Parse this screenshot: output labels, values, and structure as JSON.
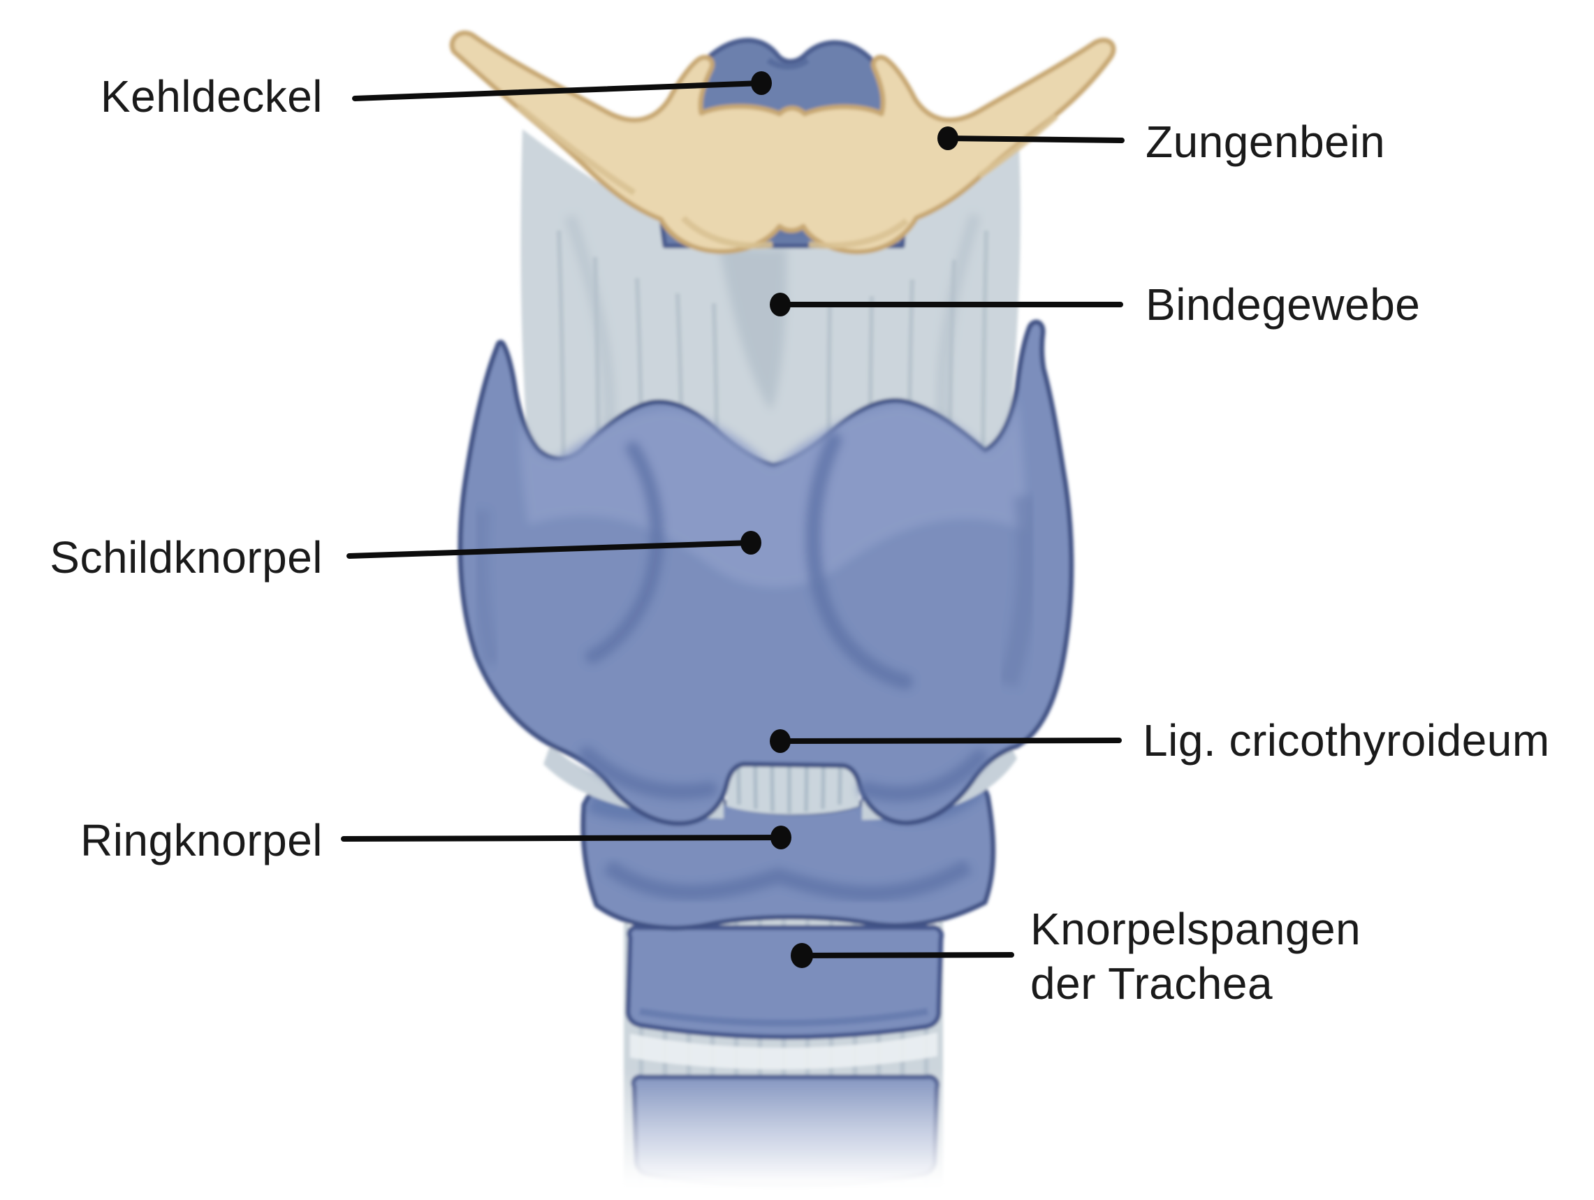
{
  "diagram": {
    "kind": "labeled-anatomy-illustration",
    "language": "de",
    "structures": [
      "epiglottis",
      "hyoid-bone",
      "thyrohyoid-membrane-connective-tissue",
      "thyroid-cartilage",
      "cricothyroid-ligament",
      "cricoid-cartilage",
      "tracheal-cartilage-rings"
    ]
  },
  "labels": {
    "kehldeckel": {
      "text": "Kehldeckel",
      "side": "left"
    },
    "zungenbein": {
      "text": "Zungenbein",
      "side": "right"
    },
    "bindegewebe": {
      "text": "Bindegewebe",
      "side": "right"
    },
    "schildknorpel": {
      "text": "Schildknorpel",
      "side": "left"
    },
    "lig_cricothyroideum": {
      "text": "Lig. cricothyroideum",
      "side": "right"
    },
    "ringknorpel": {
      "text": "Ringknorpel",
      "side": "left"
    },
    "knorpelspangen_der_trachea": {
      "text_line1": "Knorpelspangen",
      "text_line2": "der Trachea",
      "side": "right"
    }
  },
  "palette": {
    "text": "#1a1a1a",
    "line": "#0c0c0c",
    "blue-main": "#7b8ebc",
    "blue-light": "#8d9dc8",
    "blue-shade": "#5e73a7",
    "blue-outline": "#3f5184",
    "epiglottis": "#6c80ad",
    "epiglottis-outline": "#4a5b8e",
    "hyoid": "#ead7af",
    "hyoid-outline": "#c7a772",
    "membrane": "#ccd5dc",
    "membrane-streak": "#b3c0ca",
    "ligament": "#cbd5dd",
    "ring-outline": "#44568c",
    "background": "#ffffff"
  }
}
